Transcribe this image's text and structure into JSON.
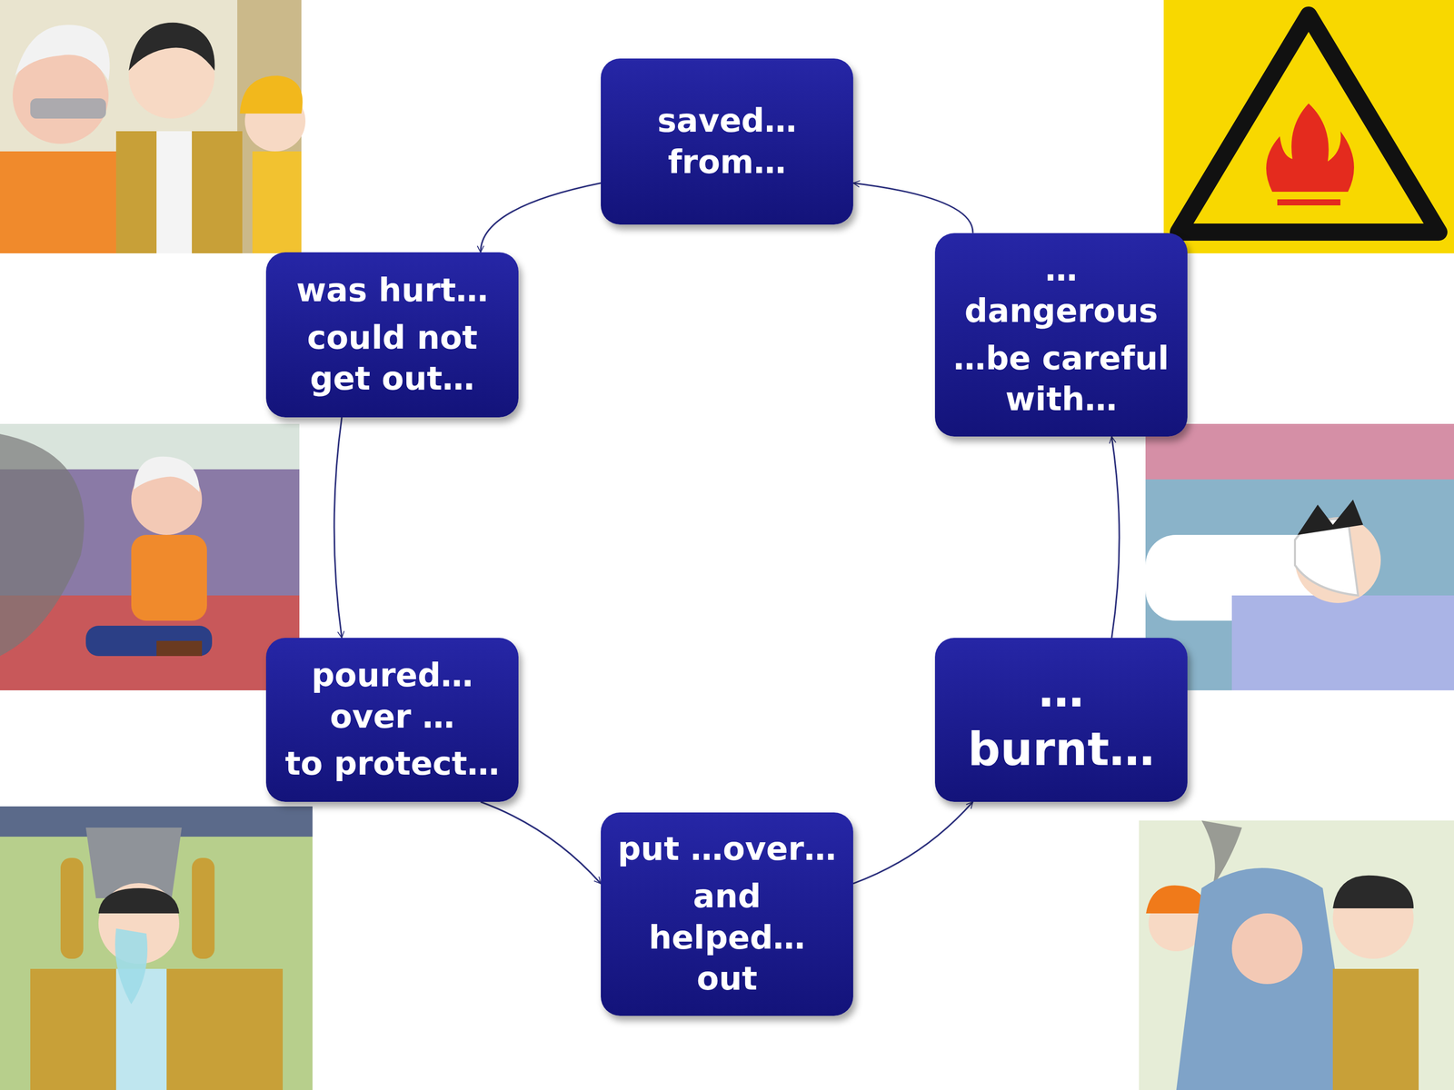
{
  "diagram": {
    "nodes": [
      {
        "text": [
          "saved… from…"
        ]
      },
      {
        "text": [
          "was hurt…",
          "could not get out…"
        ]
      },
      {
        "text": [
          "poured… over …",
          "to protect…"
        ]
      },
      {
        "text": [
          "put …over…",
          "and helped… out"
        ]
      },
      {
        "text": [
          "…burnt…"
        ]
      },
      {
        "text": [
          "…dangerous",
          "…be careful with…"
        ]
      }
    ],
    "edges": [
      {
        "from": 0,
        "to": 1,
        "arrow": "to"
      },
      {
        "from": 1,
        "to": 2,
        "arrow": "to"
      },
      {
        "from": 2,
        "to": 3,
        "arrow": "to"
      },
      {
        "from": 3,
        "to": 4,
        "arrow": "to"
      },
      {
        "from": 4,
        "to": 5,
        "arrow": "to"
      },
      {
        "from": 5,
        "to": 0,
        "arrow": "to"
      }
    ]
  }
}
